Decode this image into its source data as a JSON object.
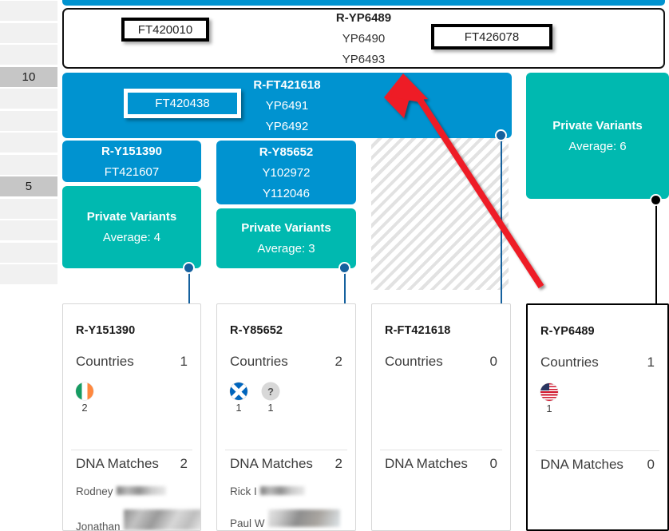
{
  "ruler": {
    "rows": [
      {
        "label": "",
        "marked": false
      },
      {
        "label": "",
        "marked": false
      },
      {
        "label": "",
        "marked": false
      },
      {
        "label": "10",
        "marked": true
      },
      {
        "label": "",
        "marked": false
      },
      {
        "label": "",
        "marked": false
      },
      {
        "label": "",
        "marked": false
      },
      {
        "label": "",
        "marked": false
      },
      {
        "label": "5",
        "marked": true
      },
      {
        "label": "",
        "marked": false
      },
      {
        "label": "",
        "marked": false
      },
      {
        "label": "",
        "marked": false
      },
      {
        "label": "",
        "marked": false
      }
    ]
  },
  "root_box": {
    "name": "R-YP6489",
    "variants": [
      "YP6490",
      "YP6493"
    ]
  },
  "callouts": [
    {
      "label": "FT420010",
      "style": "dark"
    },
    {
      "label": "FT426078",
      "style": "dark"
    },
    {
      "label": "FT420438",
      "style": "light"
    }
  ],
  "branches": {
    "ft421618": {
      "name": "R-FT421618",
      "variants": [
        "YP6491",
        "YP6492"
      ]
    },
    "y151390": {
      "name": "R-Y151390",
      "variants": [
        "FT421607"
      ]
    },
    "y85652": {
      "name": "R-Y85652",
      "variants": [
        "Y102972",
        "Y112046"
      ]
    }
  },
  "private_variants": [
    {
      "title": "Private Variants",
      "average_label": "Average: 4"
    },
    {
      "title": "Private Variants",
      "average_label": "Average: 3"
    },
    {
      "title": "Private Variants",
      "average_label": "Average: 6"
    }
  ],
  "cards": [
    {
      "title": "R-Y151390",
      "countries_label": "Countries",
      "countries_value": "1",
      "flags": [
        {
          "icon": "flag-ireland-icon",
          "css": "flag-ie",
          "count": "2"
        }
      ],
      "dna_label": "DNA Matches",
      "dna_value": "2",
      "matches": [
        {
          "first": "Rodney",
          "blur": "w1"
        },
        {
          "first": "Jonathan",
          "blur": "w2"
        }
      ],
      "emphasis": false
    },
    {
      "title": "R-Y85652",
      "countries_label": "Countries",
      "countries_value": "2",
      "flags": [
        {
          "icon": "flag-scotland-icon",
          "css": "flag-sct",
          "count": "1"
        },
        {
          "icon": "flag-unknown-icon",
          "css": "flag-unk",
          "count": "1",
          "glyph": "?"
        }
      ],
      "dna_label": "DNA Matches",
      "dna_value": "2",
      "matches": [
        {
          "first": "Rick I",
          "blur": "w3"
        },
        {
          "first": "Paul W",
          "blur": "w4"
        }
      ],
      "emphasis": false
    },
    {
      "title": "R-FT421618",
      "countries_label": "Countries",
      "countries_value": "0",
      "flags": [],
      "dna_label": "DNA Matches",
      "dna_value": "0",
      "matches": [],
      "emphasis": false
    },
    {
      "title": "R-YP6489",
      "countries_label": "Countries",
      "countries_value": "1",
      "flags": [
        {
          "icon": "flag-usa-icon",
          "css": "flag-us",
          "count": "1"
        }
      ],
      "dna_label": "DNA Matches",
      "dna_value": "0",
      "matches": [],
      "emphasis": true
    }
  ],
  "colors": {
    "blue": "#0093d0",
    "teal": "#00b9b0",
    "dot": "#15619e",
    "arrow": "#ee1c25",
    "ruler": "#f1f1f1",
    "ruler_marked": "#c6c6c6"
  },
  "annotation": {
    "arrow": "red-arrow-pointing-up-left"
  }
}
